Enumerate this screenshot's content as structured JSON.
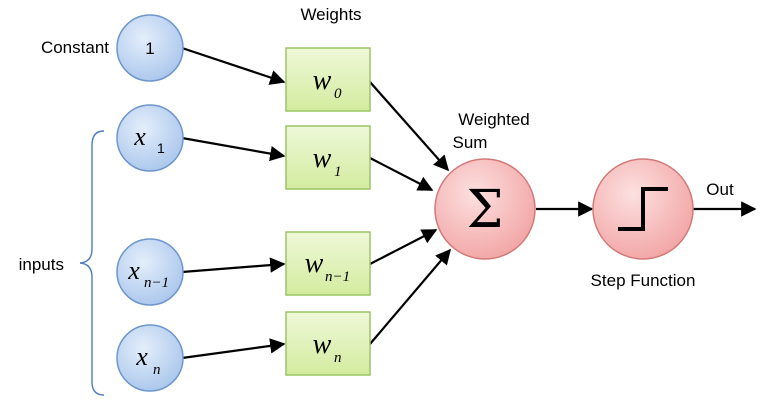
{
  "labels": {
    "weights": "Weights",
    "constant": "Constant",
    "inputs": "inputs",
    "weighted_sum_line1": "Weighted",
    "weighted_sum_line2": "Sum",
    "step_function": "Step Function",
    "out": "Out"
  },
  "input_nodes": [
    {
      "main": "1",
      "sub": ""
    },
    {
      "main": "x",
      "sub": "1"
    },
    {
      "main": "x",
      "sub": "n−1"
    },
    {
      "main": "x",
      "sub": "n"
    }
  ],
  "weight_nodes": [
    {
      "main": "w",
      "sub": "0"
    },
    {
      "main": "w",
      "sub": "1"
    },
    {
      "main": "w",
      "sub": "n−1"
    },
    {
      "main": "w",
      "sub": "n"
    }
  ],
  "sum_node": {
    "symbol": "Σ"
  },
  "step_node": {
    "icon": "step-function-icon"
  },
  "colors": {
    "input_fill": "#b9d2ef",
    "input_stroke": "#6e96cc",
    "weight_fill": "#ddf0b5",
    "weight_stroke": "#9cc463",
    "sum_fill": "#f6b7b7",
    "sum_stroke": "#d27a7a",
    "brace": "#4f7cc0"
  }
}
